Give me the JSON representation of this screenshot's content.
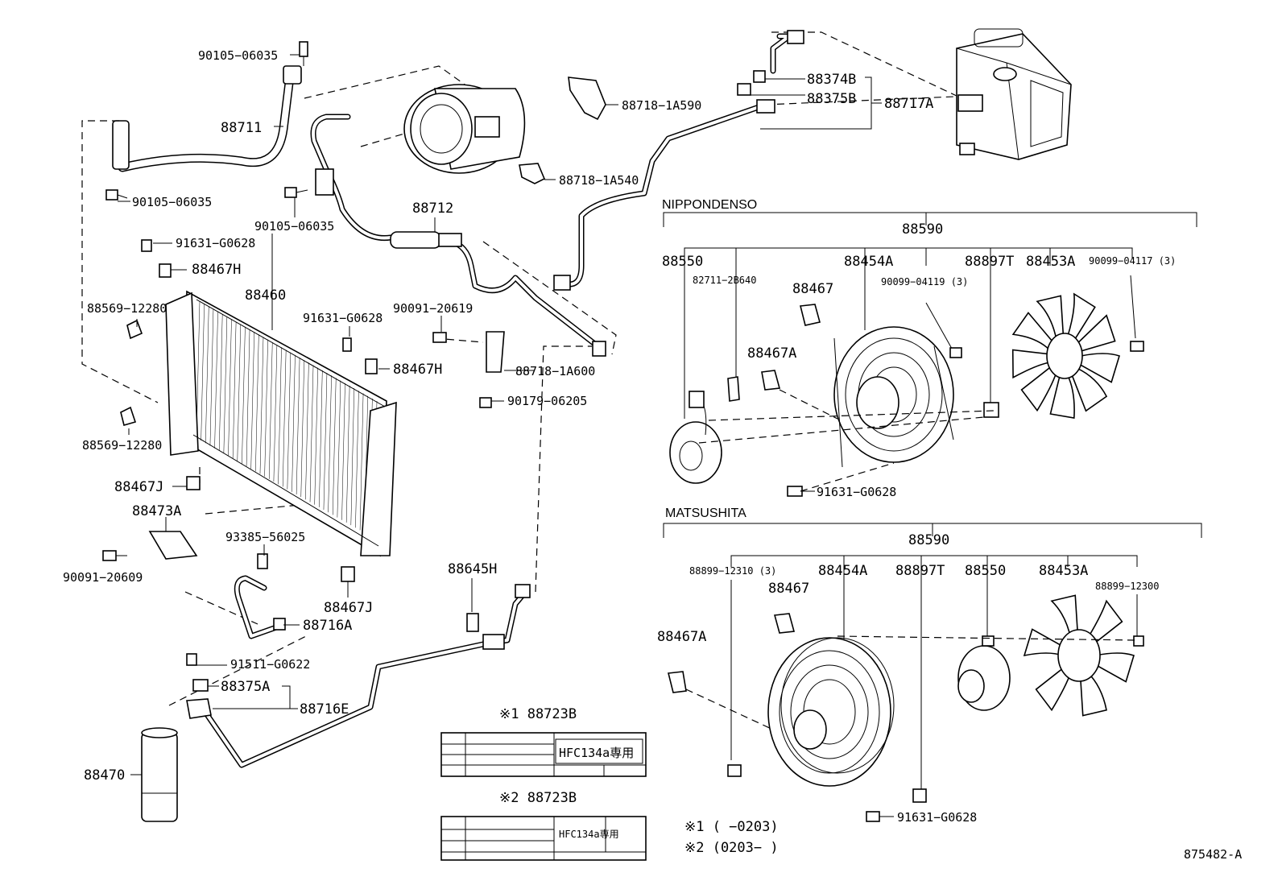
{
  "diagram_id": "875482-A",
  "labels": {
    "p90105_06035_top": "90105−06035",
    "p88711": "88711",
    "p90105_06035_left": "90105−06035",
    "p90105_06035_mid": "90105−06035",
    "p91631_G0628_a": "91631−G0628",
    "p88467H_a": "88467H",
    "p88460": "88460",
    "p88569_12280_a": "88569−12280",
    "p91631_G0628_b": "91631−G0628",
    "p88467H_b": "88467H",
    "p90091_20619": "90091−20619",
    "p88718_1A600": "88718−1A600",
    "p90179_06205": "90179−06205",
    "p88569_12280_b": "88569−12280",
    "p88467J_a": "88467J",
    "p88473A": "88473A",
    "p90091_20609": "90091−20609",
    "p93385_56025": "93385−56025",
    "p88467J_b": "88467J",
    "p88716A": "88716A",
    "p88645H": "88645H",
    "p91511_G0622": "91511−G0622",
    "p88375A": "88375A",
    "p88716E": "88716E",
    "p88470": "88470",
    "p88712": "88712",
    "p88718_1A590": "88718−1A590",
    "p88718_1A540": "88718−1A540",
    "p88374B": "88374B",
    "p88375B": "88375B",
    "p88717A": "88717A"
  },
  "nippondenso": {
    "header": "NIPPONDENSO",
    "assembly": "88590",
    "p88550": "88550",
    "p82711_2B640": "82711−2B640",
    "p88454A": "88454A",
    "p90099_04119": "90099−04119 (3)",
    "p88897T": "88897T",
    "p88453A": "88453A",
    "p90099_04117": "90099−04117 (3)",
    "p88467": "88467",
    "p88467A": "88467A",
    "p91631_G0628": "91631−G0628"
  },
  "matsushita": {
    "header": "MATSUSHITA",
    "assembly": "88590",
    "p88899_12310": "88899−12310 (3)",
    "p88454A": "88454A",
    "p88897T": "88897T",
    "p88550": "88550",
    "p88453A": "88453A",
    "p88899_12300": "88899−12300",
    "p88467": "88467",
    "p88467A": "88467A",
    "p91631_G0628": "91631−G0628"
  },
  "labels_plate": {
    "note1_title": "※1 88723B",
    "note2_title": "※2 88723B",
    "plate_text": "HFC134a専用",
    "note1": "※1 (    −0203)",
    "note2": "※2 (0203−    )"
  }
}
